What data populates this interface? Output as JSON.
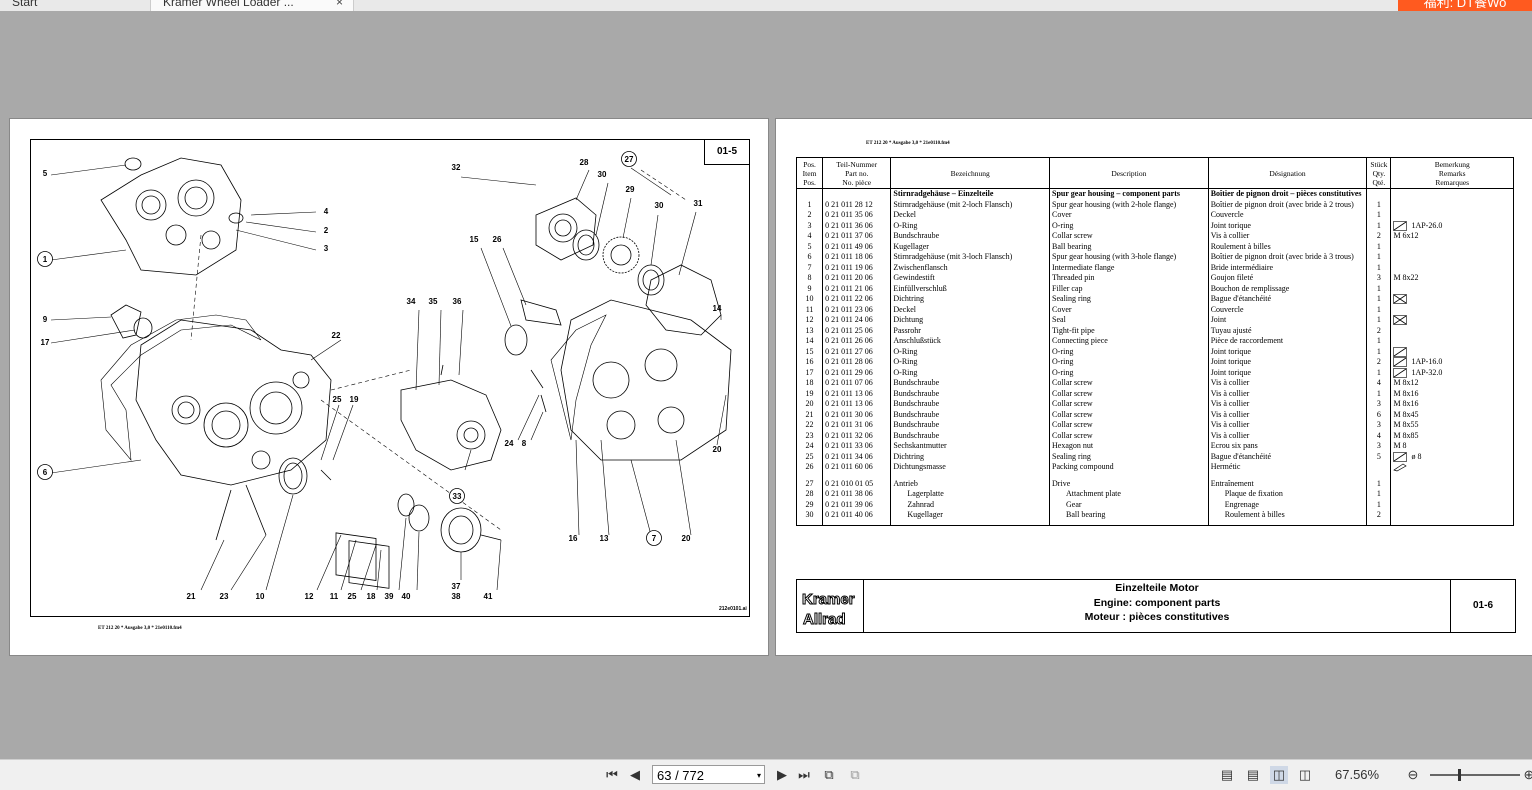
{
  "tabs": [
    {
      "label": "Start"
    },
    {
      "label": "Kramer Wheel Loader ...",
      "close": "×"
    }
  ],
  "promo_text": "福利: DT餐Wo",
  "left_page": {
    "box_number": "01-5",
    "drawing_ref": "212e0101.ai",
    "footer": "ET 212 20 * Ausgabe 3,0 * 21e0110.fm4",
    "callouts": [
      "1",
      "2",
      "3",
      "4",
      "5",
      "6",
      "7",
      "8",
      "9",
      "10",
      "11",
      "12",
      "13",
      "14",
      "15",
      "16",
      "17",
      "18",
      "19",
      "20",
      "20",
      "21",
      "22",
      "23",
      "24",
      "25",
      "25",
      "26",
      "27",
      "28",
      "29",
      "30",
      "30",
      "31",
      "32",
      "33",
      "34",
      "35",
      "36",
      "37",
      "38",
      "39",
      "40",
      "41"
    ]
  },
  "right_page": {
    "header": "ET 212 20 * Ausgabe 3,0 * 21e0110.fm4",
    "columns": {
      "pos": [
        "Pos.",
        "Item",
        "Pos."
      ],
      "part": [
        "Teil-Nummer",
        "Part no.",
        "No. pièce"
      ],
      "de": "Bezeichnung",
      "en": "Description",
      "fr": "Désignation",
      "qty": [
        "Stück",
        "Qty.",
        "Qté."
      ],
      "rem": [
        "Bemerkung",
        "Remarks",
        "Remarques"
      ]
    },
    "rows": [
      {
        "pos": "",
        "part": "",
        "de": "Stirnradgehäuse – Einzelteile",
        "en": "Spur gear housing – component parts",
        "fr": "Boîtier de pignon droit – pièces constitutives",
        "qty": "",
        "rem": "",
        "section": true
      },
      {
        "pos": "1",
        "part": "0 21 011 28 12",
        "de": "Stirnradgehäuse (mit 2-loch Flansch)",
        "en": "Spur gear housing (with 2-hole flange)",
        "fr": "Boîtier de pignon droit (avec bride à 2 trous)",
        "qty": "1",
        "rem": ""
      },
      {
        "pos": "2",
        "part": "0 21 011 35 06",
        "de": "Deckel",
        "en": "Cover",
        "fr": "Couvercle",
        "qty": "1",
        "rem": ""
      },
      {
        "pos": "3",
        "part": "0 21 011 36 06",
        "de": "O-Ring",
        "en": "O-ring",
        "fr": "Joint torique",
        "qty": "1",
        "rem": "1AP-26.0",
        "icon": "slash"
      },
      {
        "pos": "4",
        "part": "0 21 011 37 06",
        "de": "Bundschraube",
        "en": "Collar screw",
        "fr": "Vis à collier",
        "qty": "2",
        "rem": "M 6x12"
      },
      {
        "pos": "5",
        "part": "0 21 011 49 06",
        "de": "Kugellager",
        "en": "Ball bearing",
        "fr": "Roulement à billes",
        "qty": "1",
        "rem": ""
      },
      {
        "pos": "6",
        "part": "0 21 011 18 06",
        "de": "Stirnradgehäuse (mit 3-loch Flansch)",
        "en": "Spur gear housing (with 3-hole flange)",
        "fr": "Boîtier de pignon droit (avec bride à 3 trous)",
        "qty": "1",
        "rem": ""
      },
      {
        "pos": "7",
        "part": "0 21 011 19 06",
        "de": "Zwischenflansch",
        "en": "Intermediate flange",
        "fr": "Bride intermédiaire",
        "qty": "1",
        "rem": ""
      },
      {
        "pos": "8",
        "part": "0 21 011 20 06",
        "de": "Gewindestift",
        "en": "Threaded pin",
        "fr": "Goujon fileté",
        "qty": "3",
        "rem": "M 8x22"
      },
      {
        "pos": "9",
        "part": "0 21 011 21 06",
        "de": "Einfüllverschluß",
        "en": "Filler cap",
        "fr": "Bouchon de remplissage",
        "qty": "1",
        "rem": ""
      },
      {
        "pos": "10",
        "part": "0 21 011 22 06",
        "de": "Dichtring",
        "en": "Sealing ring",
        "fr": "Bague d'étanchéité",
        "qty": "1",
        "rem": "",
        "icon": "x"
      },
      {
        "pos": "11",
        "part": "0 21 011 23 06",
        "de": "Deckel",
        "en": "Cover",
        "fr": "Couvercle",
        "qty": "1",
        "rem": ""
      },
      {
        "pos": "12",
        "part": "0 21 011 24 06",
        "de": "Dichtung",
        "en": "Seal",
        "fr": "Joint",
        "qty": "1",
        "rem": "",
        "icon": "x"
      },
      {
        "pos": "13",
        "part": "0 21 011 25 06",
        "de": "Passrohr",
        "en": "Tight-fit pipe",
        "fr": "Tuyau ajusté",
        "qty": "2",
        "rem": ""
      },
      {
        "pos": "14",
        "part": "0 21 011 26 06",
        "de": "Anschlußstück",
        "en": "Connecting piece",
        "fr": "Pièce de raccordement",
        "qty": "1",
        "rem": ""
      },
      {
        "pos": "15",
        "part": "0 21 011 27 06",
        "de": "O-Ring",
        "en": "O-ring",
        "fr": "Joint torique",
        "qty": "1",
        "rem": "",
        "icon": "slash"
      },
      {
        "pos": "16",
        "part": "0 21 011 28 06",
        "de": "O-Ring",
        "en": "O-ring",
        "fr": "Joint torique",
        "qty": "2",
        "rem": "1AP-16.0",
        "icon": "slash"
      },
      {
        "pos": "17",
        "part": "0 21 011 29 06",
        "de": "O-Ring",
        "en": "O-ring",
        "fr": "Joint torique",
        "qty": "1",
        "rem": "1AP-32.0",
        "icon": "slash"
      },
      {
        "pos": "18",
        "part": "0 21 011 07 06",
        "de": "Bundschraube",
        "en": "Collar screw",
        "fr": "Vis à collier",
        "qty": "4",
        "rem": "M 8x12"
      },
      {
        "pos": "19",
        "part": "0 21 011 13 06",
        "de": "Bundschraube",
        "en": "Collar screw",
        "fr": "Vis à collier",
        "qty": "1",
        "rem": "M 8x16"
      },
      {
        "pos": "20",
        "part": "0 21 011 13 06",
        "de": "Bundschraube",
        "en": "Collar screw",
        "fr": "Vis à collier",
        "qty": "3",
        "rem": "M 8x16"
      },
      {
        "pos": "21",
        "part": "0 21 011 30 06",
        "de": "Bundschraube",
        "en": "Collar screw",
        "fr": "Vis à collier",
        "qty": "6",
        "rem": "M 8x45"
      },
      {
        "pos": "22",
        "part": "0 21 011 31 06",
        "de": "Bundschraube",
        "en": "Collar screw",
        "fr": "Vis à collier",
        "qty": "3",
        "rem": "M 8x55"
      },
      {
        "pos": "23",
        "part": "0 21 011 32 06",
        "de": "Bundschraube",
        "en": "Collar screw",
        "fr": "Vis à collier",
        "qty": "4",
        "rem": "M 8x85"
      },
      {
        "pos": "24",
        "part": "0 21 011 33 06",
        "de": "Sechskantmutter",
        "en": "Hexagon nut",
        "fr": "Ecrou six pans",
        "qty": "3",
        "rem": "M 8"
      },
      {
        "pos": "25",
        "part": "0 21 011 34 06",
        "de": "Dichtring",
        "en": "Sealing ring",
        "fr": "Bague d'étanchéité",
        "qty": "5",
        "rem": "ø 8",
        "icon": "slash"
      },
      {
        "pos": "26",
        "part": "0 21 011 60 06",
        "de": "Dichtungsmasse",
        "en": "Packing compound",
        "fr": "Hermétic",
        "qty": "",
        "rem": "",
        "icon": "tube"
      },
      {
        "pos": "27",
        "part": "0 21 010 01 05",
        "de": "Antrieb",
        "en": "Drive",
        "fr": "Entraînement",
        "qty": "1",
        "rem": "",
        "gap": true
      },
      {
        "pos": "28",
        "part": "0 21 011 38 06",
        "de": "Lagerplatte",
        "en": "Attachment plate",
        "fr": "Plaque de fixation",
        "qty": "1",
        "rem": "",
        "indent": true
      },
      {
        "pos": "29",
        "part": "0 21 011 39 06",
        "de": "Zahnrad",
        "en": "Gear",
        "fr": "Engrenage",
        "qty": "1",
        "rem": "",
        "indent": true
      },
      {
        "pos": "30",
        "part": "0 21 011 40 06",
        "de": "Kugellager",
        "en": "Ball bearing",
        "fr": "Roulement à billes",
        "qty": "2",
        "rem": "",
        "indent": true
      }
    ],
    "logo_top": "Kramer",
    "logo_bottom": "Allrad",
    "title_de": "Einzelteile Motor",
    "title_en": "Engine: component parts",
    "title_fr": "Moteur : pièces constitutives",
    "page_code": "01-6"
  },
  "toolbar": {
    "page_value": "63 / 772",
    "zoom": "67.56%",
    "dropdown_glyph": "▾"
  }
}
